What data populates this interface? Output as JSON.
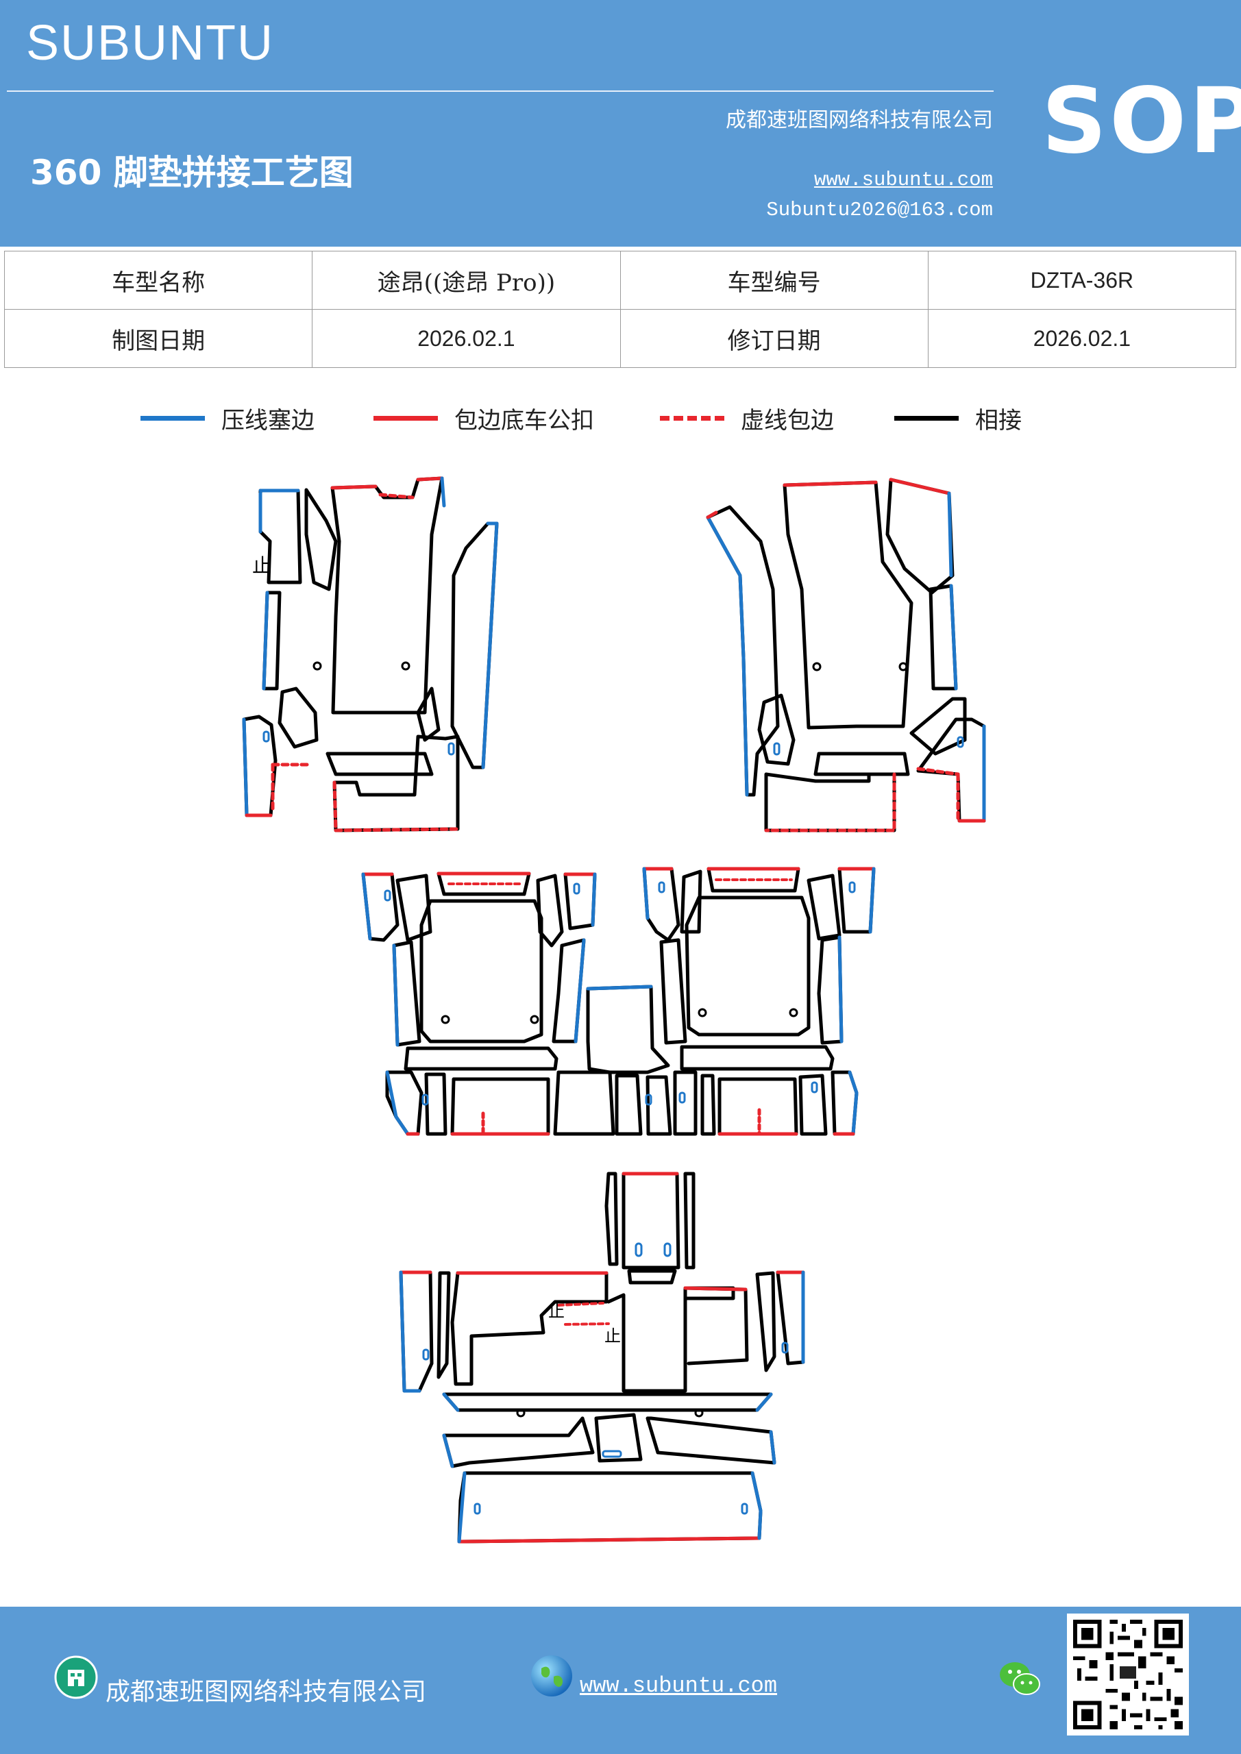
{
  "header": {
    "brand": "SUBUNTU",
    "company": "成都速班图网络科技有限公司",
    "badge": "SOP",
    "title": "360 脚垫拼接工艺图",
    "website": "www.subuntu.com",
    "email": "Subuntu2026@163.com"
  },
  "info_table": {
    "rows": [
      {
        "label1": "车型名称",
        "value1": "途昂((途昂 Pro))",
        "label2": "车型编号",
        "value2": "DZTA-36R"
      },
      {
        "label1": "制图日期",
        "value1": "2026.02.1",
        "label2": "修订日期",
        "value2": "2026.02.1"
      }
    ]
  },
  "legend": {
    "items": [
      {
        "label": "压线塞边",
        "color": "#1f77c9",
        "style": "solid"
      },
      {
        "label": "包边底车公扣",
        "color": "#e8262d",
        "style": "solid"
      },
      {
        "label": "虚线包边",
        "color": "#e8262d",
        "style": "dashed"
      },
      {
        "label": "相接",
        "color": "#000000",
        "style": "solid"
      }
    ]
  },
  "diagram": {
    "mark_label": "止"
  },
  "footer": {
    "company": "成都速班图网络科技有限公司",
    "website": "www.subuntu.com",
    "icons": [
      "building-icon",
      "globe-icon",
      "wechat-icon",
      "qr-code"
    ]
  },
  "colors": {
    "header_bg": "#5b9bd5",
    "blue_edge": "#1f77c9",
    "red_edge": "#e8262d",
    "join": "#000000"
  }
}
